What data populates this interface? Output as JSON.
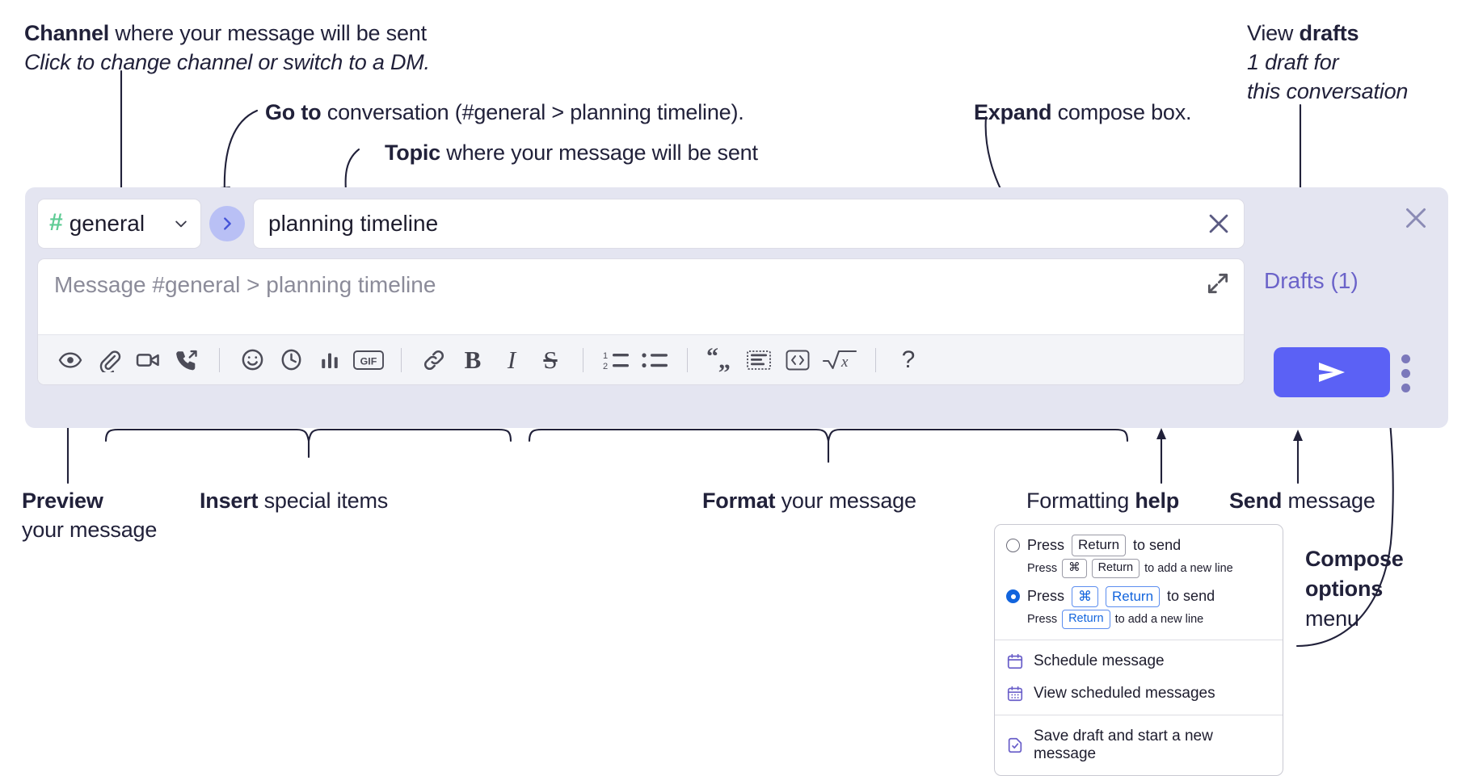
{
  "annotations": {
    "channel": {
      "line1_bold": "Channel",
      "line1_rest": " where your message will be sent",
      "line2_italic": "Click to change channel or switch to a DM."
    },
    "goto": {
      "bold": "Go to",
      "rest": " conversation (#general > planning timeline)."
    },
    "topic": {
      "bold": "Topic",
      "rest": " where your message will be sent"
    },
    "expand": {
      "bold": "Expand",
      "rest": " compose box."
    },
    "drafts": {
      "line1_rest": "View ",
      "line1_bold": "drafts",
      "line2_italic": "1 draft for",
      "line3_italic": "this conversation"
    },
    "preview": {
      "bold": "Preview",
      "line2": "your message"
    },
    "insert": {
      "bold": "Insert",
      "rest": " special items"
    },
    "format": {
      "bold": "Format",
      "rest": " your message"
    },
    "help": {
      "rest": "Formatting ",
      "bold": "help"
    },
    "send": {
      "bold": "Send",
      "rest": " message"
    },
    "compose_options": {
      "line1_bold": "Compose",
      "line2_bold": "options",
      "line3": "menu"
    }
  },
  "compose": {
    "channel": {
      "hash": "#",
      "name": "general",
      "chevron_icon": "chevron-down-icon"
    },
    "goto_button": {
      "icon": "chevron-right-icon"
    },
    "topic": {
      "value": "planning timeline",
      "clear_icon": "close-icon"
    },
    "message": {
      "placeholder": "Message #general > planning timeline",
      "expand_icon": "expand-icon"
    },
    "toolbar": [
      {
        "name": "preview-button",
        "icon": "eye-icon"
      },
      {
        "name": "attach-button",
        "icon": "paperclip-icon"
      },
      {
        "name": "video-button",
        "icon": "video-camera-icon"
      },
      {
        "name": "audio-clip-button",
        "icon": "phone-arrow-icon"
      },
      {
        "name": "separator-1",
        "icon": "separator"
      },
      {
        "name": "emoji-button",
        "icon": "smiley-icon"
      },
      {
        "name": "reminder-button",
        "icon": "clock-icon"
      },
      {
        "name": "poll-button",
        "icon": "bar-chart-icon"
      },
      {
        "name": "gif-button",
        "icon": "gif-icon"
      },
      {
        "name": "separator-2",
        "icon": "separator"
      },
      {
        "name": "link-button",
        "icon": "link-icon"
      },
      {
        "name": "bold-button",
        "icon": "bold-icon",
        "label": "B"
      },
      {
        "name": "italic-button",
        "icon": "italic-icon",
        "label": "I"
      },
      {
        "name": "strikethrough-button",
        "icon": "strikethrough-icon",
        "label": "S"
      },
      {
        "name": "separator-3",
        "icon": "separator"
      },
      {
        "name": "ordered-list-button",
        "icon": "ordered-list-icon"
      },
      {
        "name": "bulleted-list-button",
        "icon": "bulleted-list-icon"
      },
      {
        "name": "separator-4",
        "icon": "separator"
      },
      {
        "name": "blockquote-button",
        "icon": "quote-icon"
      },
      {
        "name": "code-block-button",
        "icon": "code-block-icon"
      },
      {
        "name": "code-button",
        "icon": "code-brackets-icon"
      },
      {
        "name": "math-button",
        "icon": "square-root-icon"
      },
      {
        "name": "separator-5",
        "icon": "separator"
      },
      {
        "name": "formatting-help-button",
        "icon": "question-mark-icon",
        "label": "?"
      }
    ],
    "drafts_label": "Drafts (1)",
    "panel_close_icon": "close-icon",
    "send_button": {
      "icon": "send-arrow-icon"
    },
    "kebab_button": {
      "icon": "kebab-menu-icon"
    }
  },
  "options_menu": {
    "option_1": {
      "selected": false,
      "press": "Press",
      "key": "Return",
      "to_send": "to send",
      "sub_press": "Press",
      "sub_key1": "⌘",
      "sub_key2": "Return",
      "sub_rest": "to add a new line"
    },
    "option_2": {
      "selected": true,
      "press": "Press",
      "key1": "⌘",
      "key2": "Return",
      "to_send": "to send",
      "sub_press": "Press",
      "sub_key": "Return",
      "sub_rest": "to add a new line"
    },
    "items": [
      {
        "label": "Schedule message",
        "icon": "calendar-icon"
      },
      {
        "label": "View scheduled messages",
        "icon": "calendar-grid-icon"
      },
      {
        "label": "Save draft and start a new message",
        "icon": "document-check-icon"
      }
    ]
  },
  "colors": {
    "panel_bg": "#e4e5f1",
    "send_button": "#5b61f5",
    "hash_green": "#5fcc95",
    "goto_circle": "#b9c0f5",
    "drafts_purple": "#6b63c9",
    "radio_blue": "#1264dd",
    "menu_icon_purple": "#6a5fc9"
  }
}
